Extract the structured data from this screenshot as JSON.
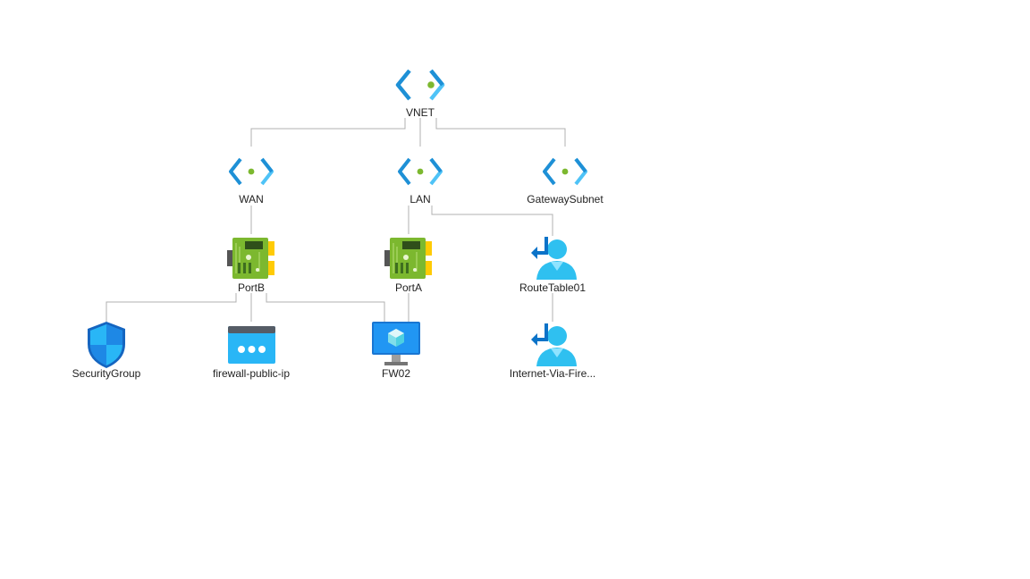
{
  "diagram": {
    "colors": {
      "link": "#b0b0b0",
      "vnet_blue": "#1e90d6",
      "vnet_light": "#4fc3f7",
      "vnet_dot": "#7cb82f",
      "nic_green": "#7cb82f",
      "nic_dark": "#3e6e1f",
      "nic_yellow": "#ffcb05",
      "shield_blue": "#1e88e5",
      "monitor_blue": "#1976d2",
      "route_blue": "#0b73c8",
      "user_cyan": "#2fc0f0"
    },
    "nodes": {
      "vnet": {
        "label": "VNET",
        "icon": "virtual-network-icon"
      },
      "wan": {
        "label": "WAN",
        "icon": "subnet-icon"
      },
      "lan": {
        "label": "LAN",
        "icon": "subnet-icon"
      },
      "gateway_subnet": {
        "label": "GatewaySubnet",
        "icon": "subnet-icon"
      },
      "port_b": {
        "label": "PortB",
        "icon": "network-interface-icon"
      },
      "port_a": {
        "label": "PortA",
        "icon": "network-interface-icon"
      },
      "route_table01": {
        "label": "RouteTable01",
        "icon": "route-table-icon"
      },
      "security_group": {
        "label": "SecurityGroup",
        "icon": "network-security-group-icon"
      },
      "firewall_public_ip": {
        "label": "firewall-public-ip",
        "icon": "public-ip-icon"
      },
      "fw02": {
        "label": "FW02",
        "icon": "virtual-machine-icon"
      },
      "internet_via_firewall": {
        "label": "Internet-Via-Fire...",
        "icon": "route-table-icon"
      }
    },
    "edges": [
      [
        "vnet",
        "wan"
      ],
      [
        "vnet",
        "lan"
      ],
      [
        "vnet",
        "gateway_subnet"
      ],
      [
        "wan",
        "port_b"
      ],
      [
        "lan",
        "port_a"
      ],
      [
        "lan",
        "route_table01"
      ],
      [
        "port_b",
        "security_group"
      ],
      [
        "port_b",
        "firewall_public_ip"
      ],
      [
        "port_b",
        "fw02"
      ],
      [
        "port_a",
        "fw02"
      ],
      [
        "route_table01",
        "internet_via_firewall"
      ]
    ]
  }
}
